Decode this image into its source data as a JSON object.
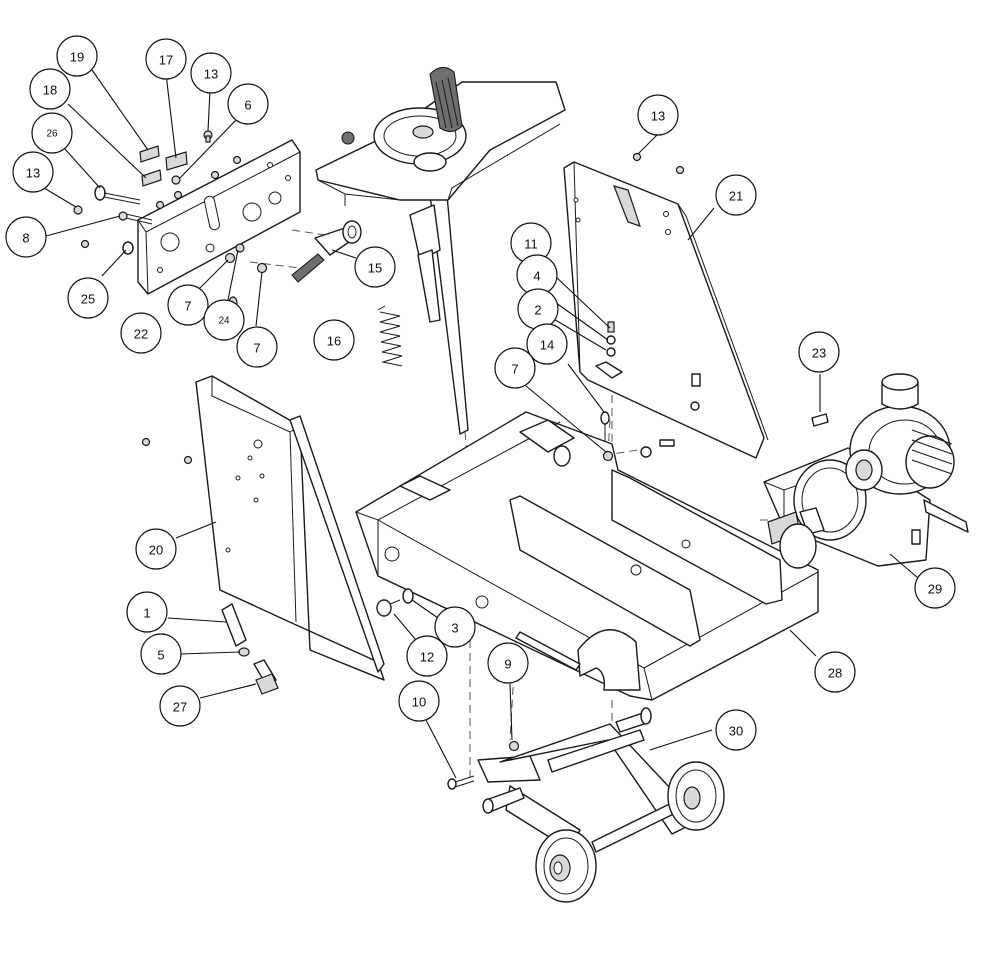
{
  "callouts": [
    {
      "id": "c19",
      "label": "19"
    },
    {
      "id": "c17",
      "label": "17"
    },
    {
      "id": "c13a",
      "label": "13"
    },
    {
      "id": "c18",
      "label": "18"
    },
    {
      "id": "c6",
      "label": "6"
    },
    {
      "id": "c26",
      "label": "26"
    },
    {
      "id": "c13b",
      "label": "13"
    },
    {
      "id": "c8",
      "label": "8"
    },
    {
      "id": "c25",
      "label": "25"
    },
    {
      "id": "c7a",
      "label": "7"
    },
    {
      "id": "c24",
      "label": "24"
    },
    {
      "id": "c7b",
      "label": "7"
    },
    {
      "id": "c22",
      "label": "22"
    },
    {
      "id": "c15",
      "label": "15"
    },
    {
      "id": "c16",
      "label": "16"
    },
    {
      "id": "c13c",
      "label": "13"
    },
    {
      "id": "c21",
      "label": "21"
    },
    {
      "id": "c11",
      "label": "11"
    },
    {
      "id": "c4",
      "label": "4"
    },
    {
      "id": "c2",
      "label": "2"
    },
    {
      "id": "c14",
      "label": "14"
    },
    {
      "id": "c7c",
      "label": "7"
    },
    {
      "id": "c23",
      "label": "23"
    },
    {
      "id": "c20",
      "label": "20"
    },
    {
      "id": "c1",
      "label": "1"
    },
    {
      "id": "c5",
      "label": "5"
    },
    {
      "id": "c27",
      "label": "27"
    },
    {
      "id": "c3",
      "label": "3"
    },
    {
      "id": "c12",
      "label": "12"
    },
    {
      "id": "c9",
      "label": "9"
    },
    {
      "id": "c10",
      "label": "10"
    },
    {
      "id": "c30",
      "label": "30"
    },
    {
      "id": "c28",
      "label": "28"
    },
    {
      "id": "c29",
      "label": "29"
    }
  ]
}
